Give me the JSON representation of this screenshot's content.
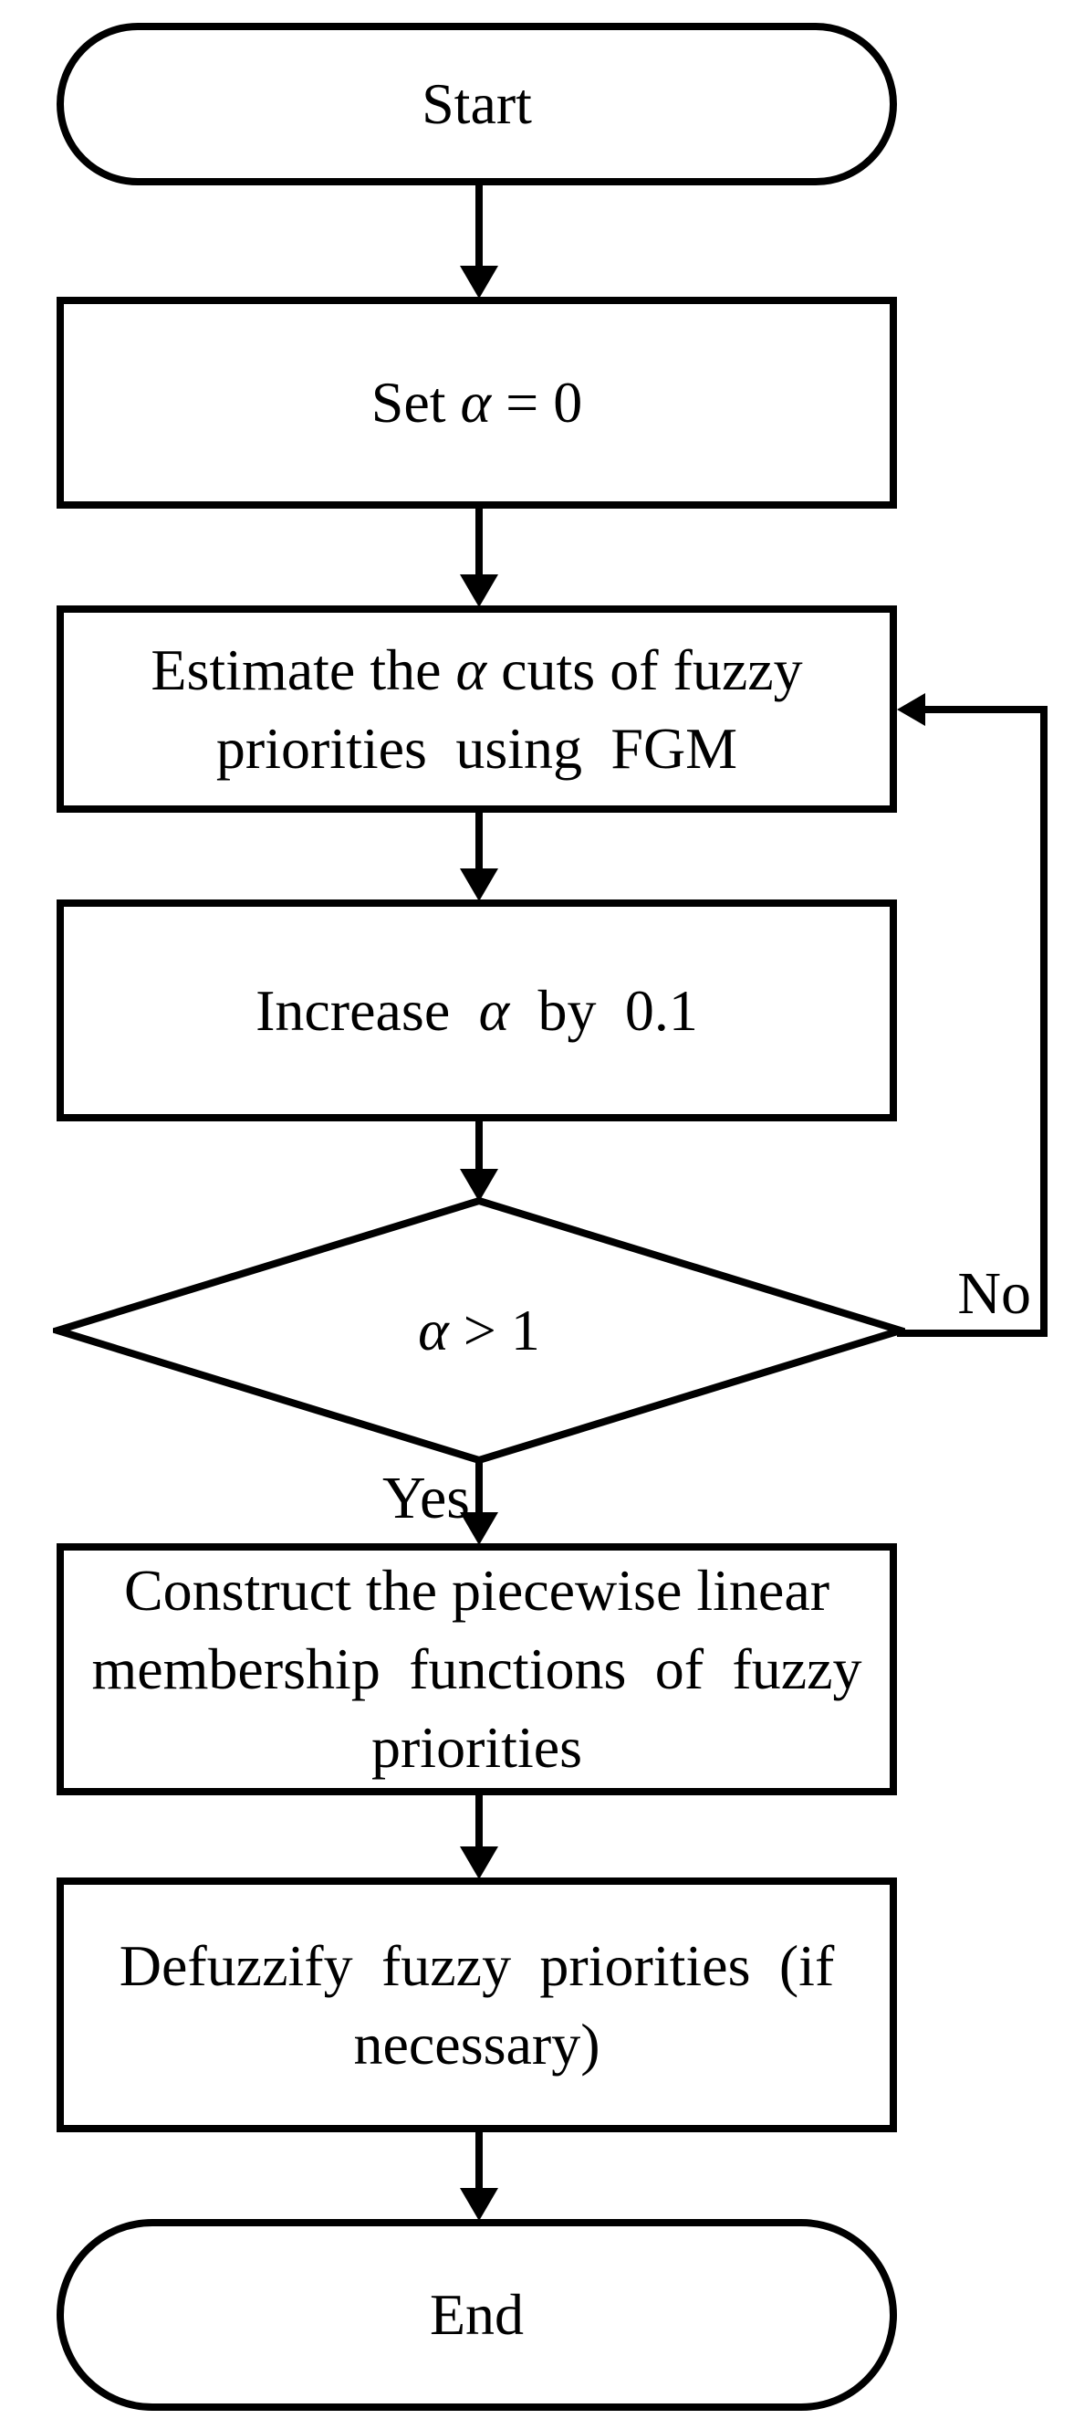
{
  "figure": {
    "type": "flowchart",
    "background_color": "#ffffff",
    "stroke_color": "#000000",
    "nodes": {
      "start": {
        "shape": "stadium",
        "lines": [
          {
            "pre": "Start"
          }
        ]
      },
      "set_alpha": {
        "shape": "process",
        "lines": [
          {
            "pre": "Set ",
            "alpha": "α",
            "post": " = 0"
          }
        ]
      },
      "estimate": {
        "shape": "process",
        "lines": [
          {
            "pre": "Estimate the ",
            "alpha": "α",
            "post": " cuts of fuzzy"
          },
          {
            "pre": "priorities using FGM"
          }
        ]
      },
      "increase": {
        "shape": "process",
        "lines": [
          {
            "pre": "Increase ",
            "alpha": "α",
            "post": " by 0.1"
          }
        ]
      },
      "decision": {
        "shape": "diamond",
        "lines": [
          {
            "pre": "",
            "alpha": "α",
            "post": " > 1"
          }
        ]
      },
      "construct": {
        "shape": "process",
        "lines": [
          {
            "pre": "Construct the piecewise linear"
          },
          {
            "pre": "membership functions of fuzzy"
          },
          {
            "pre": "priorities"
          }
        ]
      },
      "defuzzify": {
        "shape": "process",
        "lines": [
          {
            "pre": "Defuzzify fuzzy priorities (if"
          },
          {
            "pre": "necessary)"
          }
        ]
      },
      "end": {
        "shape": "stadium",
        "lines": [
          {
            "pre": "End"
          }
        ]
      }
    },
    "edge_labels": {
      "yes": "Yes",
      "no": "No"
    }
  }
}
